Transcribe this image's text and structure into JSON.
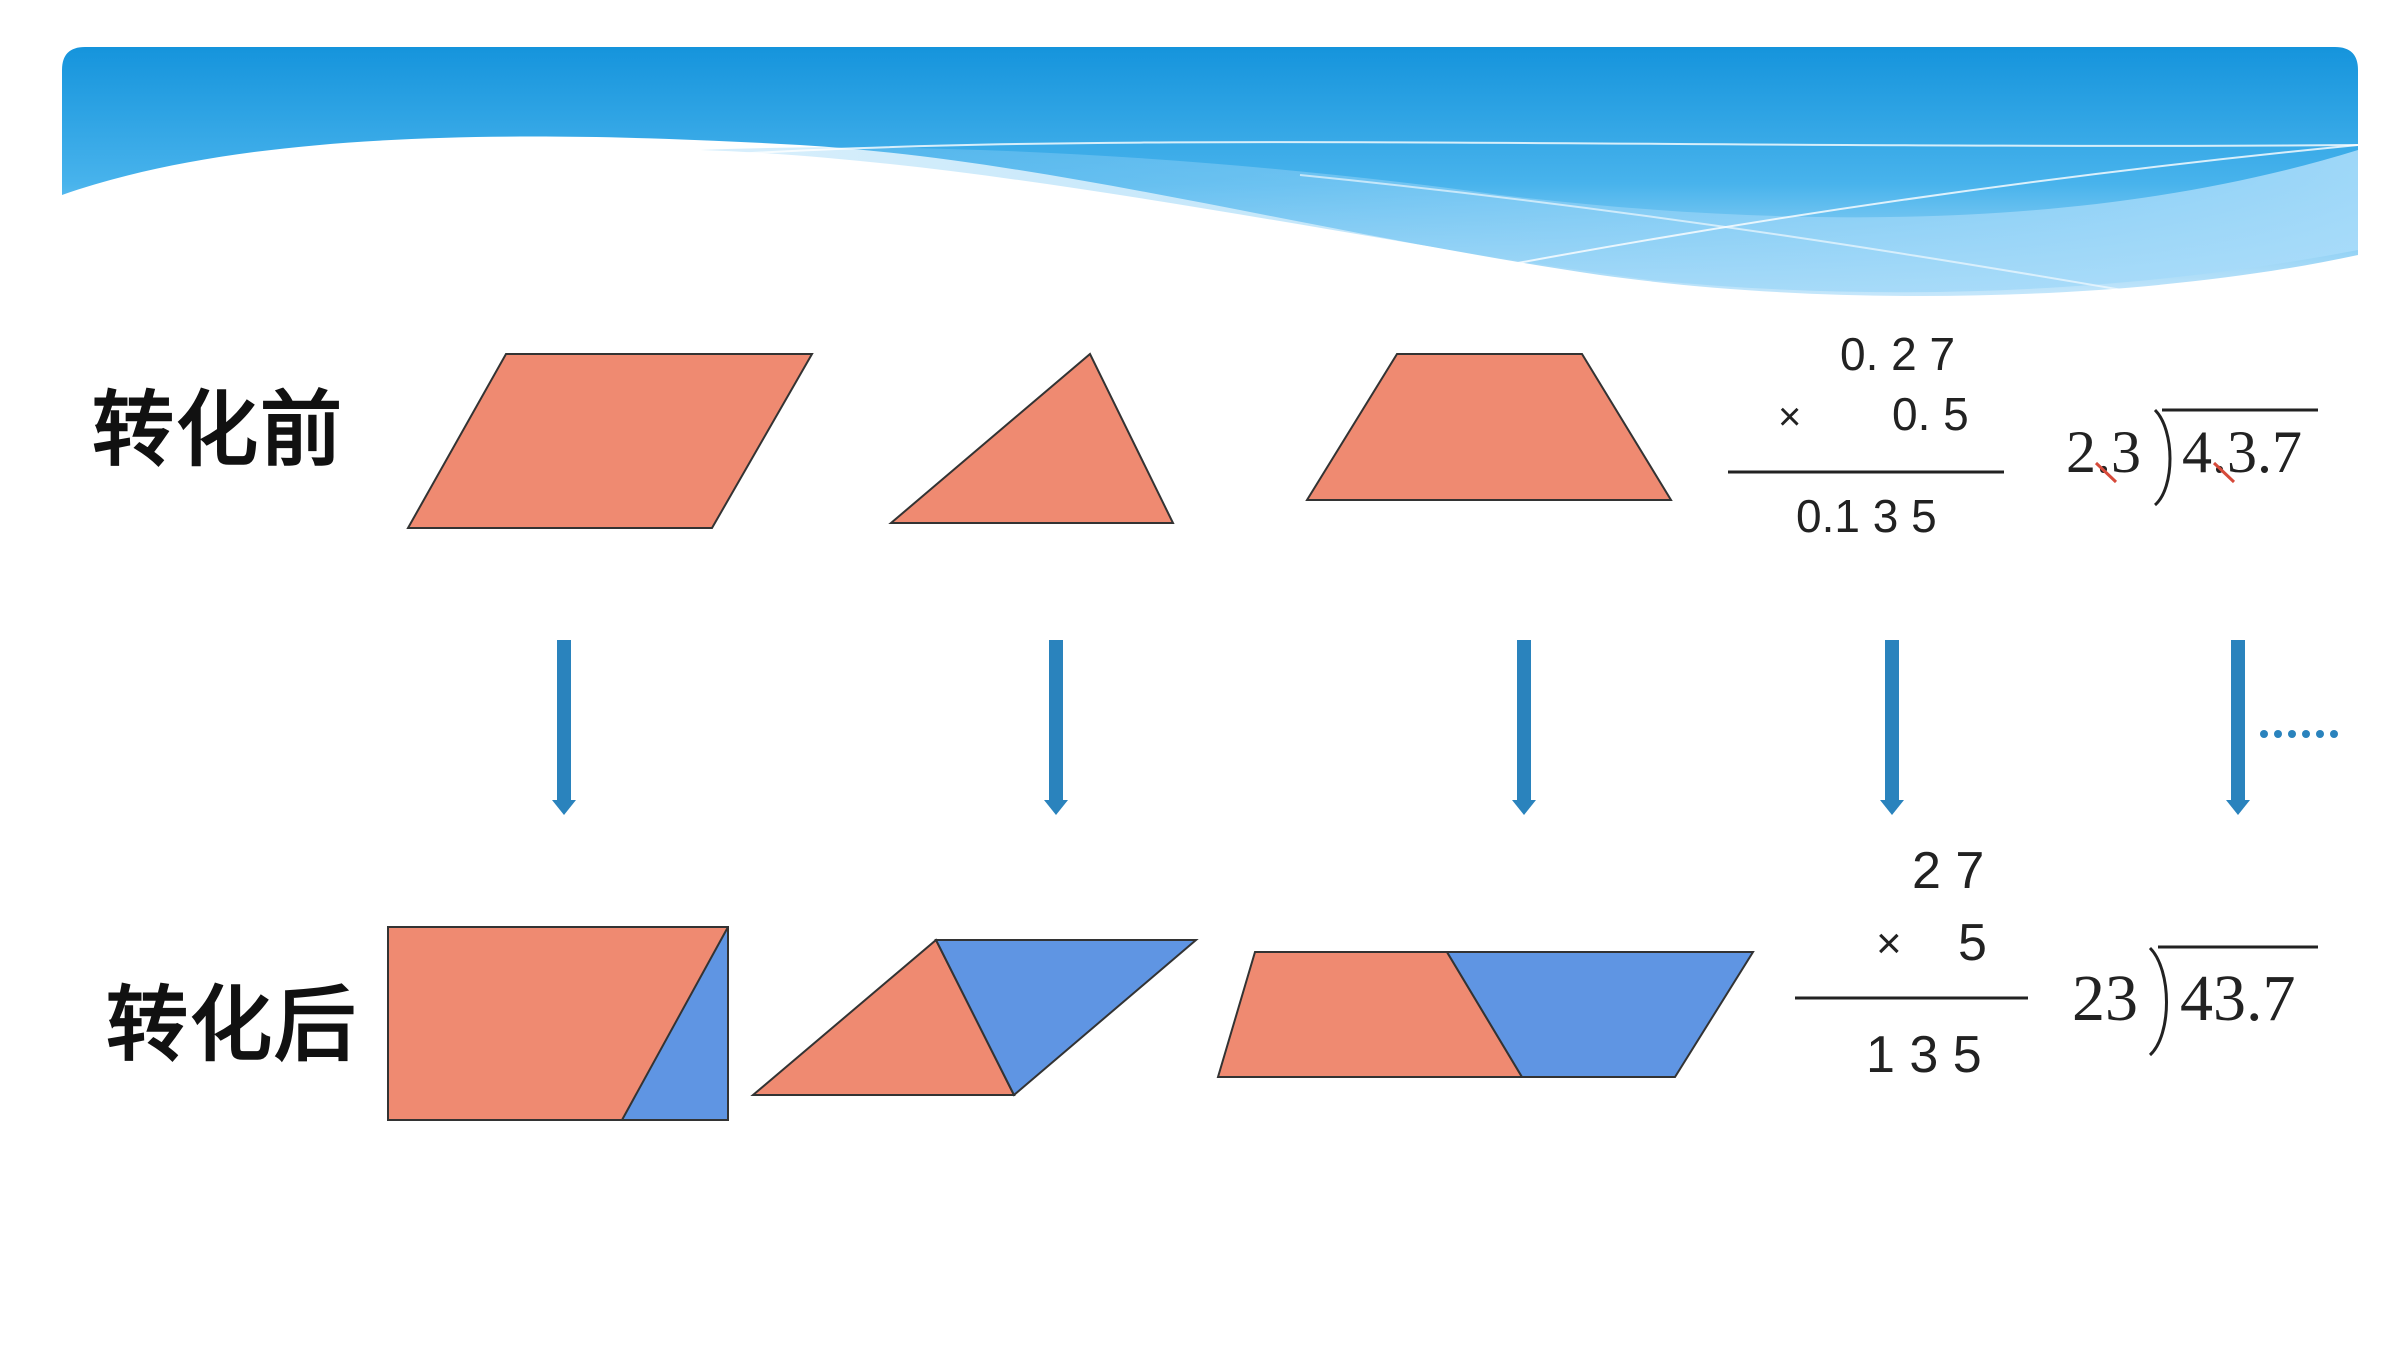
{
  "slide": {
    "labels": {
      "before": "转化前",
      "after": "转化后"
    },
    "colors": {
      "header_blue": "#1a95dc",
      "header_light": "#bfe3fa",
      "shape_orange": "#ef8a71",
      "shape_blue": "#5f95e3",
      "arrow_blue": "#2a83bd",
      "outline": "#333333"
    },
    "before": {
      "multiplication": {
        "top": "0. 2 7",
        "operator": "×",
        "multiplier": "0. 5",
        "result": "0.1  3  5"
      },
      "division": {
        "divisor": "2.3",
        "dividend": "4.3.7"
      }
    },
    "after": {
      "multiplication": {
        "top": "2 7",
        "operator": "×",
        "multiplier": "5",
        "result": "1 3 5"
      },
      "division": {
        "divisor": "23",
        "dividend": "43.7"
      }
    },
    "ellipsis": "……"
  }
}
